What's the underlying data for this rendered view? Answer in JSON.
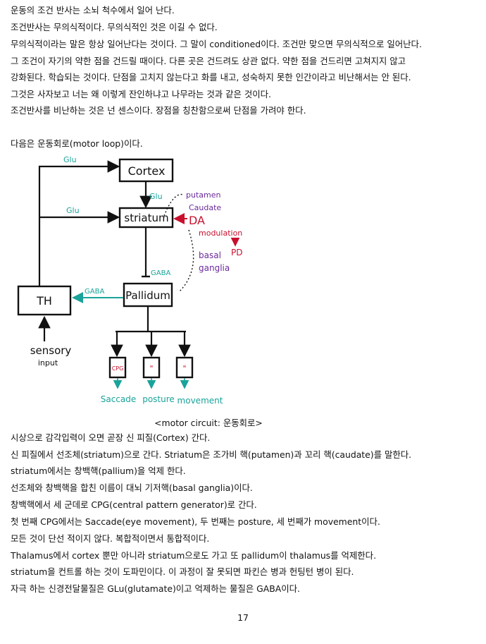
{
  "intro_lines": [
    "운동의 조건 반사는 소뇌 척수에서 일어 난다.",
    "조건반사는 무의식적이다. 무의식적인 것은 이길 수 없다.",
    "무의식적이라는 말은 항상 일어난다는 것이다. 그 말이 conditioned이다. 조건만 맞으면 무의식적으로 일어난다.",
    "그 조건이 자기의 약한 점을 건드릴 때이다. 다른 곳은 건드려도 상관 없다. 약한 점을 건드리면 고쳐지지 않고",
    "강화된다. 학습되는 것이다. 단점을 고치지 않는다고 화를 내고, 성숙하지 못한 인간이라고 비난해서는 안 된다.",
    "그것은 사자보고 너는 왜 이렇게 잔인하냐고 나무라는 것과 같은 것이다.",
    "조건반사를 비난하는 것은 넌 센스이다.  장점을 칭찬함으로써 단점을 가려야 한다."
  ],
  "section_intro": "다음은 운동회로(motor loop)이다.",
  "diagram": {
    "nodes": {
      "cortex": "Cortex",
      "striatum": "striatum",
      "pallidum": "Pallidum",
      "th": "TH",
      "cpg": "CPG",
      "ditto1": "\"",
      "ditto2": "\""
    },
    "edge_labels": {
      "top_glu": "Glu",
      "cortex_glu": "Glu",
      "left_glu": "Glu",
      "gaba_down": "GABA",
      "gaba_left": "GABA"
    },
    "annotations": {
      "putamen": "putamen",
      "caudate": "Caudate",
      "da": "DA",
      "modulation": "modulation",
      "pd": "PD",
      "basal": "basal",
      "ganglia": "ganglia",
      "sensory": "sensory",
      "input": "input"
    },
    "outputs": [
      "Saccade",
      "posture",
      "movement"
    ],
    "colors": {
      "ink": "#111111",
      "purple": "#6b2a9c",
      "red": "#c8102e",
      "teal": "#1aa39a"
    }
  },
  "caption": "<motor circuit: 운동회로>",
  "body_lines": [
    "시상으로 감각입력이 오면 곧장 신 피질(Cortex) 간다.",
    "신 피질에서 선조체(striatum)으로 간다. Striatum은 조가비 핵(putamen)과 꼬리 핵(caudate)를 말한다.",
    "striatum에서는 창백핵(pallium)을 억제 한다.",
    "선조체와 창백핵을 합친 이름이 대뇌 기저핵(basal ganglia)이다.",
    "창백핵에서 세 군데로 CPG(central pattern generator)로 간다.",
    "첫 번째 CPG에서는 Saccade(eye movement), 두 번째는 posture, 세 번째가 movement이다.",
    "모든 것이 단선 적이지 않다. 복합적이면서 통합적이다.",
    "Thalamus에서 cortex 뿐만 아니라 striatum으로도 가고 또 pallidum이 thalamus를 억제한다.",
    "striatum을 컨트롤 하는 것이 도파민이다. 이 과정이 잘 못되면 파킨슨 병과 헌팅턴 병이 된다.",
    "자극 하는 신경전달물질은 GLu(glutamate)이고 억제하는 물질은 GABA이다."
  ],
  "page_number": "17"
}
